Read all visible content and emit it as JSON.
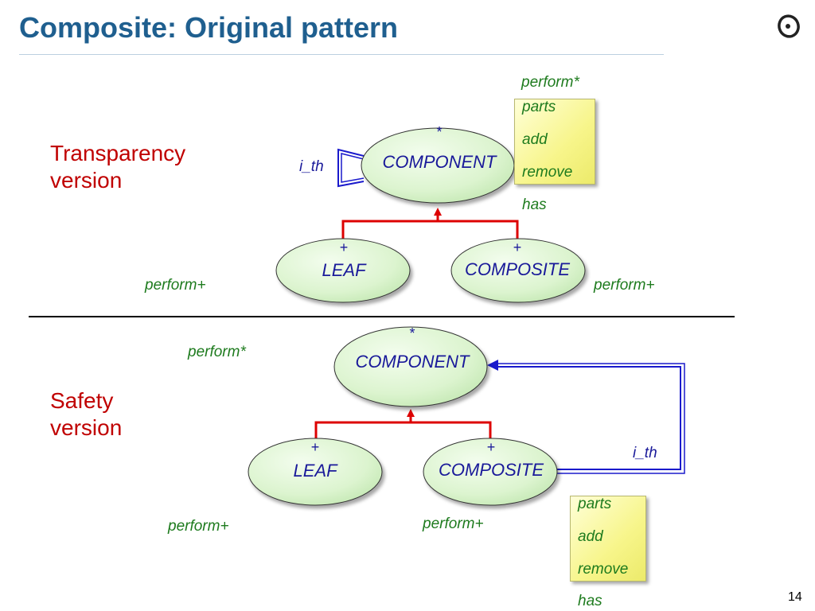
{
  "slide": {
    "title": "Composite: Original pattern",
    "page_number": "14",
    "colors": {
      "title": "#1f5f8f",
      "section_label": "#c00000",
      "feature_text": "#1e7b1e",
      "node_text": "#1a1a9a",
      "inheritance": "#dd0000",
      "client_arrow": "#1a1acc",
      "node_fill": "#dff5d4",
      "note_fill": "#f7f58a"
    },
    "icons": {
      "logo": "eiffel-logo-icon"
    }
  },
  "transparency": {
    "label_line1": "Transparency",
    "label_line2": "version",
    "component": {
      "marker": "*",
      "name": "COMPONENT"
    },
    "leaf": {
      "marker": "+",
      "name": "LEAF"
    },
    "composite": {
      "marker": "+",
      "name": "COMPOSITE"
    },
    "relation_label": "i_th",
    "component_feature": "perform*",
    "component_features": [
      "parts",
      "add",
      "remove"
    ],
    "has_label": "has",
    "leaf_feature": "perform+",
    "composite_feature": "perform+"
  },
  "safety": {
    "label_line1": "Safety",
    "label_line2": "version",
    "component": {
      "marker": "*",
      "name": "COMPONENT"
    },
    "leaf": {
      "marker": "+",
      "name": "LEAF"
    },
    "composite": {
      "marker": "+",
      "name": "COMPOSITE"
    },
    "relation_label": "i_th",
    "component_feature": "perform*",
    "leaf_feature": "perform+",
    "composite_feature": "perform+",
    "composite_features": [
      "parts",
      "add",
      "remove"
    ],
    "has_label": "has"
  }
}
